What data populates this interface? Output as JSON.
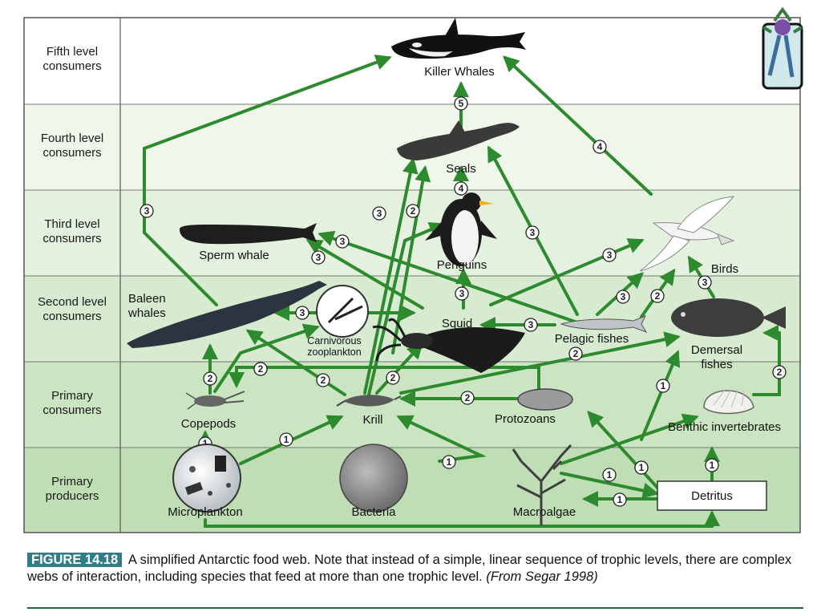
{
  "levels": [
    "Fifth level consumers",
    "Fourth level consumers",
    "Third level consumers",
    "Second level consumers",
    "Primary consumers",
    "Primary producers"
  ],
  "organisms": {
    "killer_whales": "Killer Whales",
    "seals": "Seals",
    "penguins": "Penguins",
    "sperm_whale": "Sperm whale",
    "birds": "Birds",
    "baleen_whales": "Baleen whales",
    "carnivorous_zooplankton": "Carnivorous zooplankton",
    "squid": "Squid",
    "pelagic_fishes": "Pelagic fishes",
    "demersal_fishes": "Demersal fishes",
    "copepods": "Copepods",
    "krill": "Krill",
    "protozoans": "Protozoans",
    "benthic_invertebrates": "Benthic invertebrates",
    "microplankton": "Microplankton",
    "bacteria": "Bacteria",
    "macroalgae": "Macroalgae",
    "detritus": "Detritus"
  },
  "caption": {
    "figure_label": "FIGURE 14.18",
    "text": "A simplified Antarctic food web. Note that instead of a simple, linear sequence of trophic levels, there are complex webs of interaction, including species that feed at more than one trophic level.",
    "source": "(From Segar 1998)"
  },
  "colors": {
    "arrow": "#2e8a2e",
    "panel": "#d8ecd2",
    "panel_light": "#e8f4e4",
    "border": "#555555",
    "figure_label_bg": "#2f7d86"
  },
  "links": [
    {
      "id": "micro-krill",
      "n": "1"
    },
    {
      "id": "micro-copepods",
      "n": "1"
    },
    {
      "id": "bacteria-krill",
      "n": "1"
    },
    {
      "id": "macro-benthic",
      "n": "1"
    },
    {
      "id": "macro-detritus",
      "n": "1"
    },
    {
      "id": "detritus-protozoans",
      "n": "1"
    },
    {
      "id": "detritus-macro",
      "n": "1"
    },
    {
      "id": "detritus-benthic",
      "n": "1"
    },
    {
      "id": "benthic-demersal",
      "n": "1"
    },
    {
      "id": "copepods-baleen",
      "n": "2"
    },
    {
      "id": "copepods-zoo",
      "n": "2"
    },
    {
      "id": "protozoans-copepods",
      "n": "2"
    },
    {
      "id": "protozoans-krill",
      "n": "2"
    },
    {
      "id": "krill-baleen",
      "n": "2"
    },
    {
      "id": "krill-squid",
      "n": "2"
    },
    {
      "id": "krill-demersal",
      "n": "2"
    },
    {
      "id": "krill-penguins",
      "n": "2"
    },
    {
      "id": "benthic-demersal2",
      "n": "2"
    },
    {
      "id": "pelagic-birds",
      "n": "2"
    },
    {
      "id": "zoo-baleen",
      "n": "3"
    },
    {
      "id": "squid-spermwhale",
      "n": "3"
    },
    {
      "id": "squid-penguins",
      "n": "3"
    },
    {
      "id": "pelagic-squid",
      "n": "3"
    },
    {
      "id": "pelagic-birds3",
      "n": "3"
    },
    {
      "id": "pelagic-sperm",
      "n": "3"
    },
    {
      "id": "krill-seals",
      "n": "3"
    },
    {
      "id": "squid-seals",
      "n": "3"
    },
    {
      "id": "baleen-killer",
      "n": "3"
    },
    {
      "id": "demersal-birds",
      "n": "3"
    },
    {
      "id": "squid-birds",
      "n": "3"
    },
    {
      "id": "penguins-seals",
      "n": "4"
    },
    {
      "id": "birds-killer",
      "n": "4"
    },
    {
      "id": "seals-killer",
      "n": "5"
    }
  ]
}
